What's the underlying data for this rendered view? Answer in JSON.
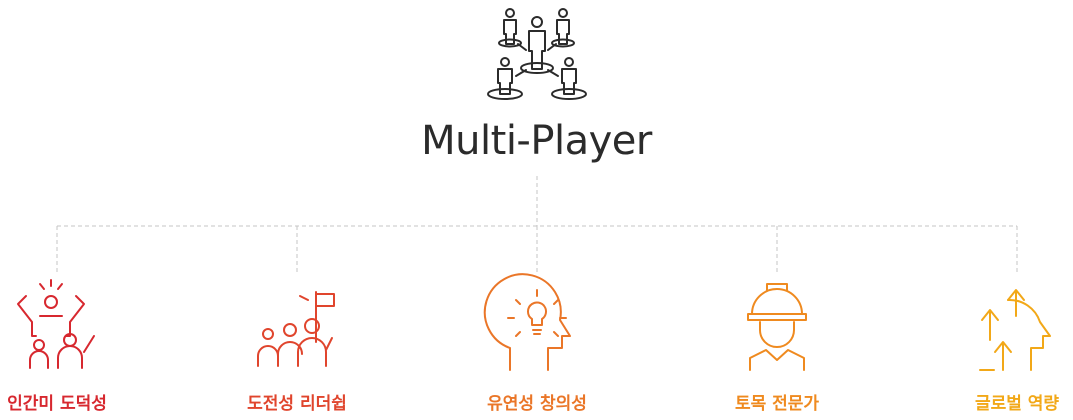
{
  "root": {
    "title": "Multi-Player",
    "icon": "multi-player-people-icon",
    "color": "#2b2b2b"
  },
  "items": [
    {
      "label": "인간미 도덕성",
      "icon": "cheering-people-icon",
      "color": "#d7282f"
    },
    {
      "label": "도전성 리더쉽",
      "icon": "flag-team-icon",
      "color": "#e0452d"
    },
    {
      "label": "유연성 창의성",
      "icon": "head-lightbulb-icon",
      "color": "#ea7628"
    },
    {
      "label": "토목 전문가",
      "icon": "hard-hat-worker-icon",
      "color": "#ef8a1f"
    },
    {
      "label": "글로벌 역량",
      "icon": "head-growth-arrows-icon",
      "color": "#f2a818"
    }
  ],
  "connector_color": "#c4c4c4"
}
